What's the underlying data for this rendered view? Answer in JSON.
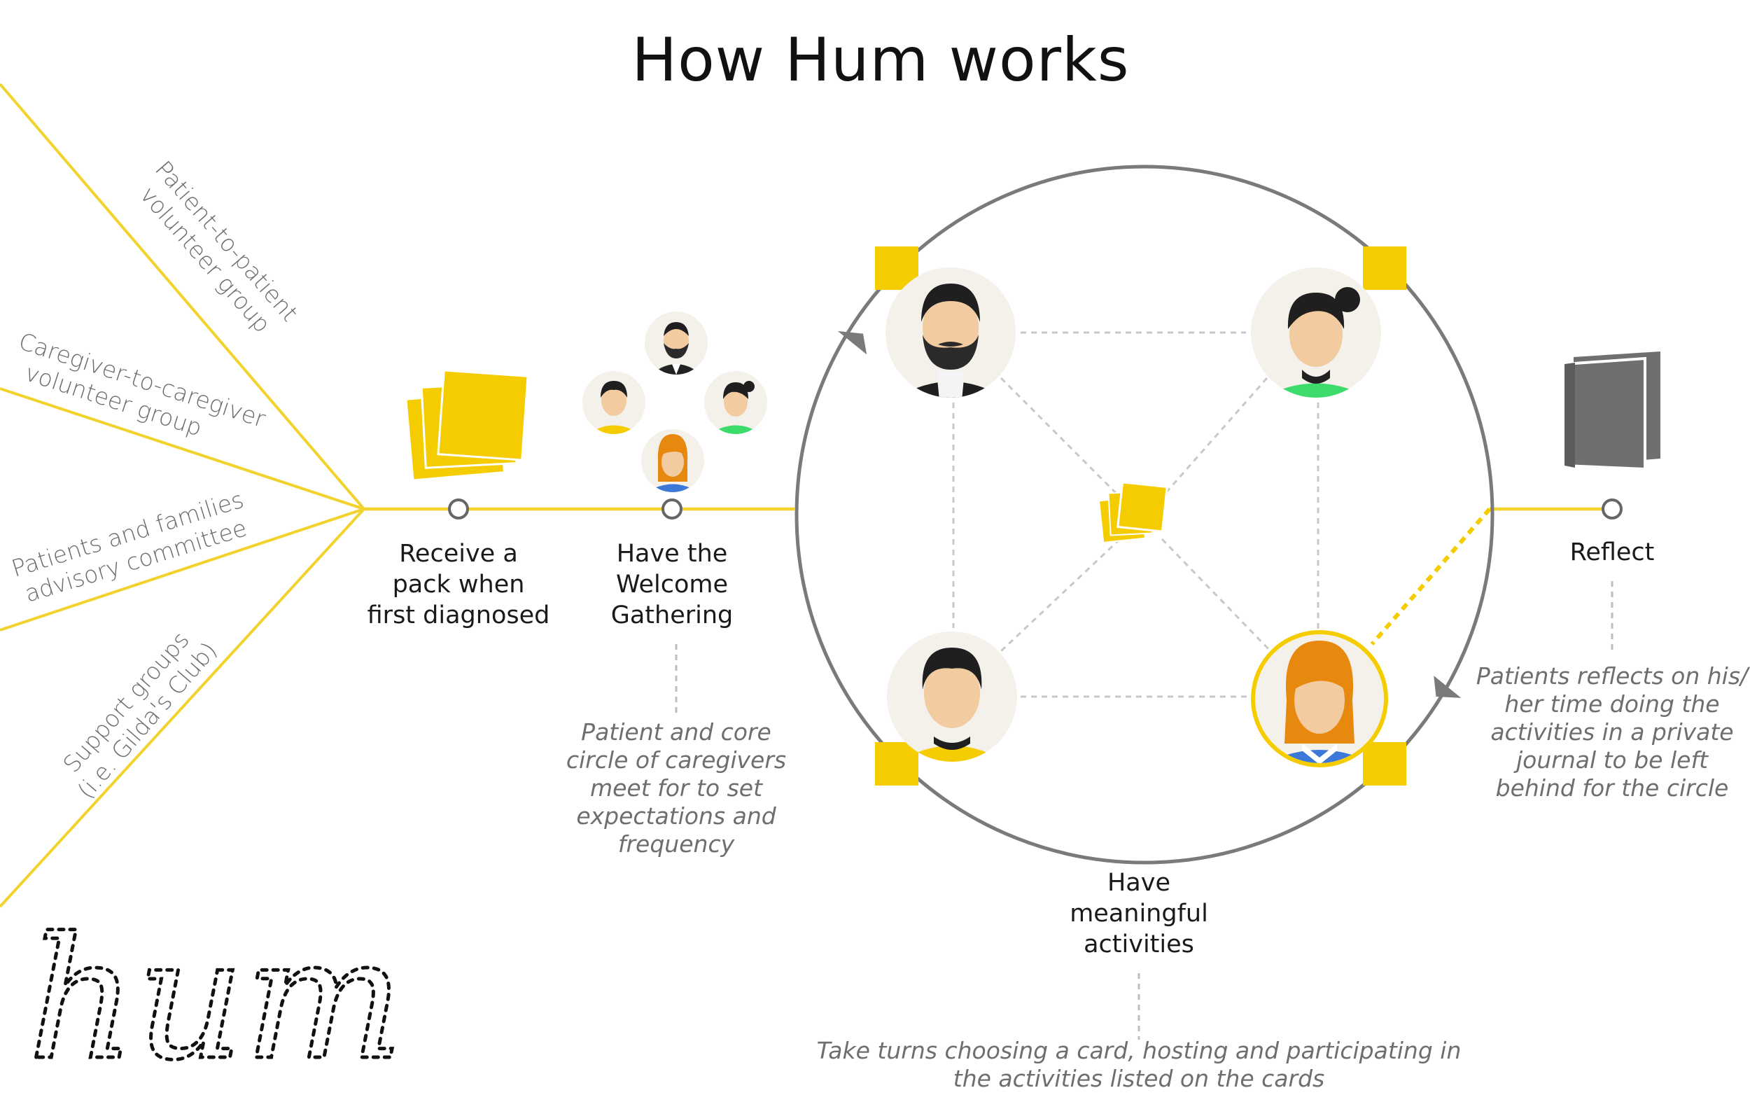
{
  "title": "How Hum works",
  "branches": [
    {
      "lines": [
        "Patient-to-patient",
        "volunteer group"
      ]
    },
    {
      "lines": [
        "Caregiver-to-caregiver",
        "volunteer group"
      ]
    },
    {
      "lines": [
        "Patients and families",
        "advisory committee"
      ]
    },
    {
      "lines": [
        "Support groups",
        "(i.e. Gilda's Club)"
      ]
    }
  ],
  "steps": {
    "receive": {
      "lines": [
        "Receive a",
        "pack when",
        "first diagnosed"
      ]
    },
    "welcome": {
      "lines": [
        "Have the",
        "Welcome",
        "Gathering"
      ],
      "note": [
        "Patient and core",
        "circle of caregivers",
        "meet for to set",
        "expectations and",
        "frequency"
      ]
    },
    "activities": {
      "lines": [
        "Have",
        "meaningful",
        "activities"
      ],
      "note": [
        "Take turns choosing a card, hosting and participating in",
        "the activities listed on the cards"
      ]
    },
    "reflect": {
      "lines": [
        "Reflect"
      ],
      "note": [
        "Patients reflects on his/",
        "her time doing the",
        "activities in a private",
        "journal to be left",
        "behind for the circle"
      ]
    }
  },
  "logo": "hum",
  "colors": {
    "accent": "#F5CC00",
    "line": "#F2D32E",
    "ring": "#7a7a7a",
    "book": "#6f6f6f",
    "skin": "#F2CBA0",
    "hair_dark": "#1f1f1f",
    "hair_orange": "#E8890F",
    "shirt_green": "#3DDB6B",
    "shirt_blue": "#3B78D8"
  },
  "icons": [
    "card-stack-icon",
    "person-avatar-icon",
    "journal-book-icon",
    "cycle-arrow-icon"
  ]
}
